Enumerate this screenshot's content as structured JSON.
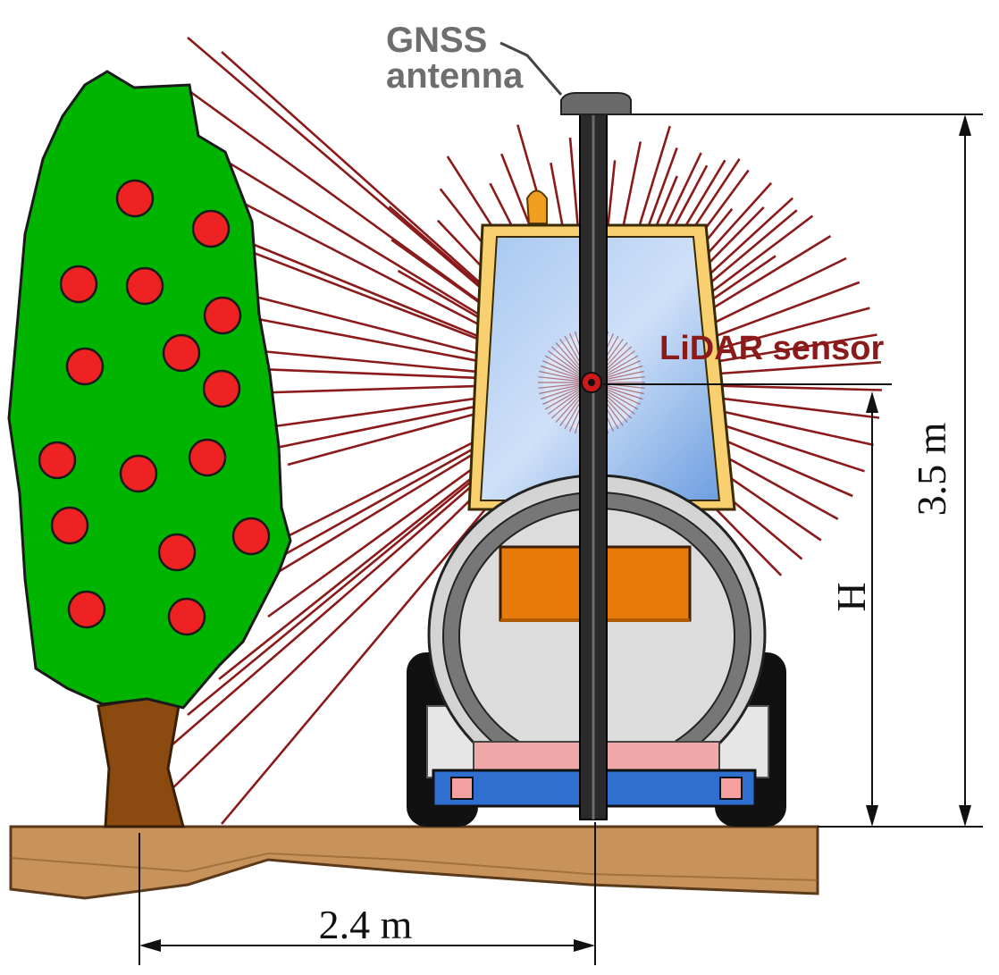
{
  "labels": {
    "gnss_line1": "GNSS",
    "gnss_line2": "antenna",
    "lidar": "LiDAR sensor",
    "height_total": "3.5 m",
    "height_sensor": "H",
    "distance": "2.4 m"
  },
  "colors": {
    "beam": "#8b1a1a",
    "foliage": "#00b400",
    "fruit": "#ee2222",
    "trunk": "#8b4a10",
    "ground": "#c8935a",
    "tank": "#d9d9d9",
    "box": "#e87a0a",
    "frame": "#2f6fd0",
    "label_gray": "#6e6e6e",
    "label_red": "#8b1a1a"
  },
  "icons": {
    "tree": "tree-icon",
    "sprayer": "sprayer-vehicle-icon",
    "antenna": "gnss-antenna-icon",
    "sensor": "lidar-sensor-icon"
  }
}
